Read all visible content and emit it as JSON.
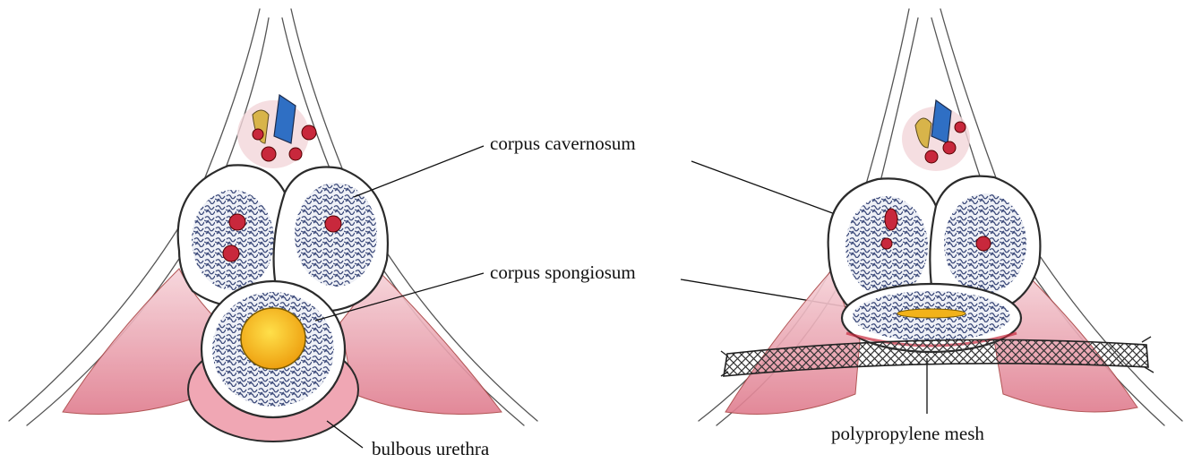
{
  "figure": {
    "left_panel": {
      "labels": {
        "corpus_cavernosum": "corpus cavernosum",
        "corpus_spongiosum": "corpus spongiosum",
        "bulbous_urethra": "bulbous urethra"
      }
    },
    "right_panel": {
      "labels": {
        "polypropylene_mesh": "polypropylene mesh"
      }
    },
    "colors": {
      "muscle": "#e58a9a",
      "tunica": "#ffffff",
      "erectile_tissue": "#3c4a7a",
      "artery": "#c8283c",
      "vein": "#2f6fc4",
      "nerve": "#d8b44a",
      "urethra_lumen": "#f2b21a",
      "mesh": "#333333"
    }
  }
}
